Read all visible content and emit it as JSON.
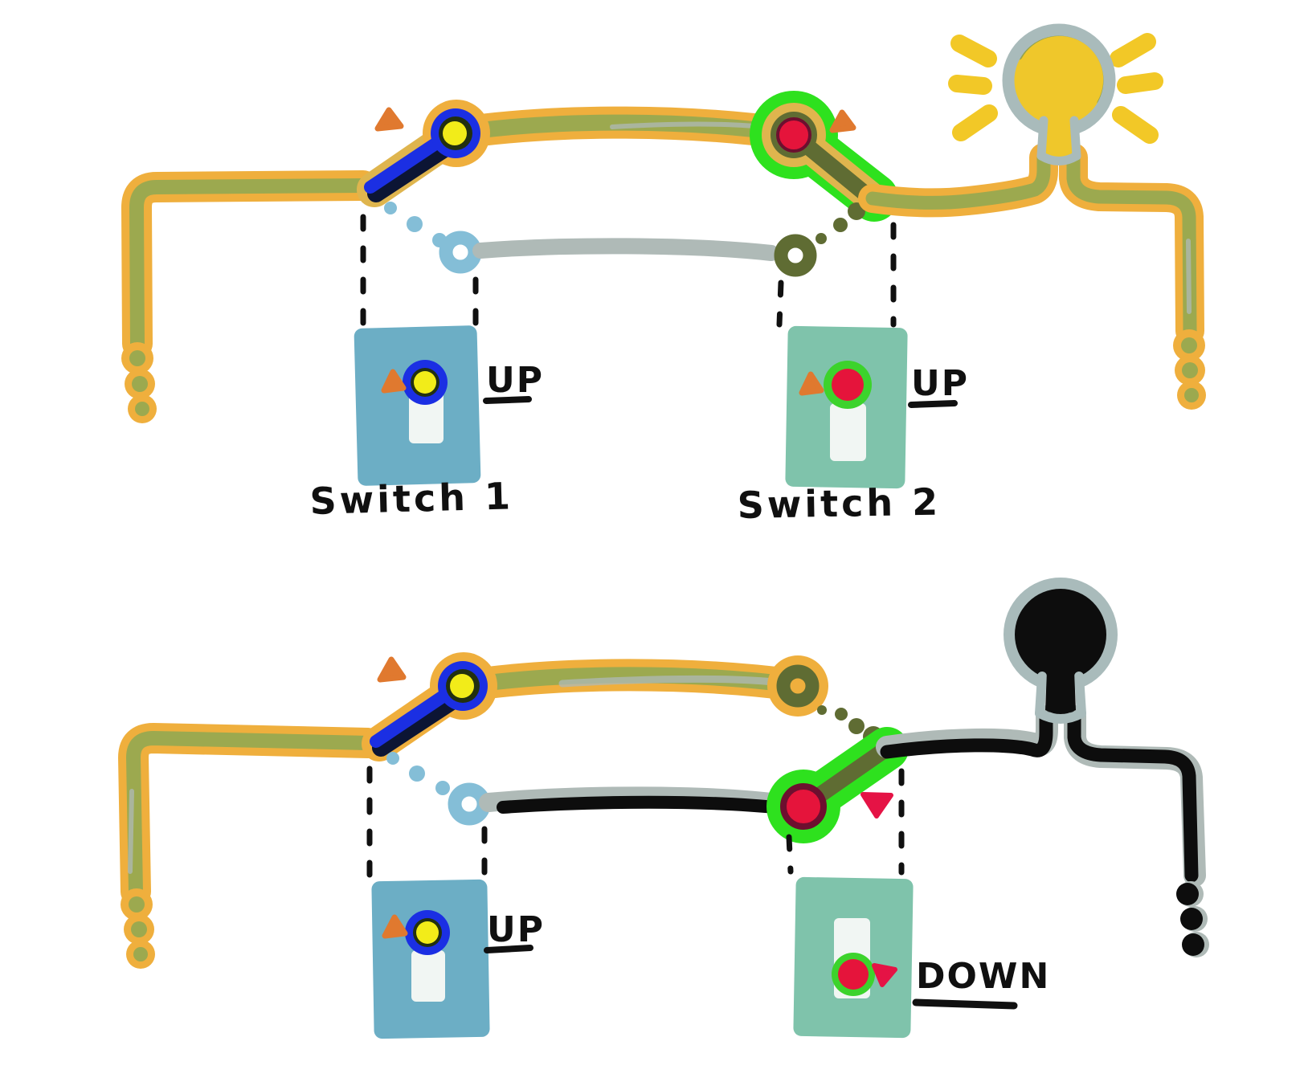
{
  "colors": {
    "bg": "#FFFFFF",
    "ink": "#101010",
    "hot_sheath": "#EFAF3D",
    "hot_core": "#9CA94F",
    "neutral": "#AFBAB7",
    "off_core": "#0D0D0D",
    "lever1": "#1B2FE3",
    "lever1_dark": "#0C1534",
    "knob1": "#F2EC19",
    "knob1_ring": "#22300F",
    "lever2": "#5F6C33",
    "knob2": "#E5143B",
    "knob2_ring": "#6D0F2F",
    "glow": "#2EE11E",
    "ring_green": "#3CD32C",
    "halo": "#DFB54E",
    "contact_blue": "#84BED7",
    "plate1": "#6CAEC5",
    "plate2": "#7FC3AB",
    "toggle": "#F1F6F3",
    "marker_orange": "#E0792F",
    "marker_red": "#E51345",
    "bulb_yellow": "#EFC72B",
    "bulb_outline": "#A9BBBB",
    "bulb_accent": "#93A24C",
    "ray": "#F2C827"
  },
  "scene_top": {
    "switch1_label": "Switch 1",
    "switch2_label": "Switch 2",
    "switch1_state": "UP",
    "switch2_state": "UP"
  },
  "scene_bottom": {
    "switch1_state": "UP",
    "switch2_state": "DOWN"
  }
}
